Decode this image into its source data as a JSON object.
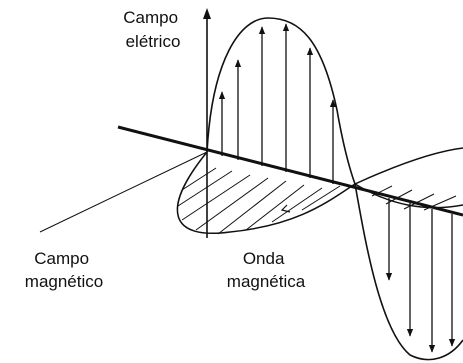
{
  "labels": {
    "electric_field": [
      "Campo",
      "elétrico"
    ],
    "magnetic_field": [
      "Campo",
      "magnético"
    ],
    "magnetic_wave": [
      "Onda",
      "magnética"
    ]
  },
  "colors": {
    "ink": "#111111",
    "background": "#ffffff"
  }
}
